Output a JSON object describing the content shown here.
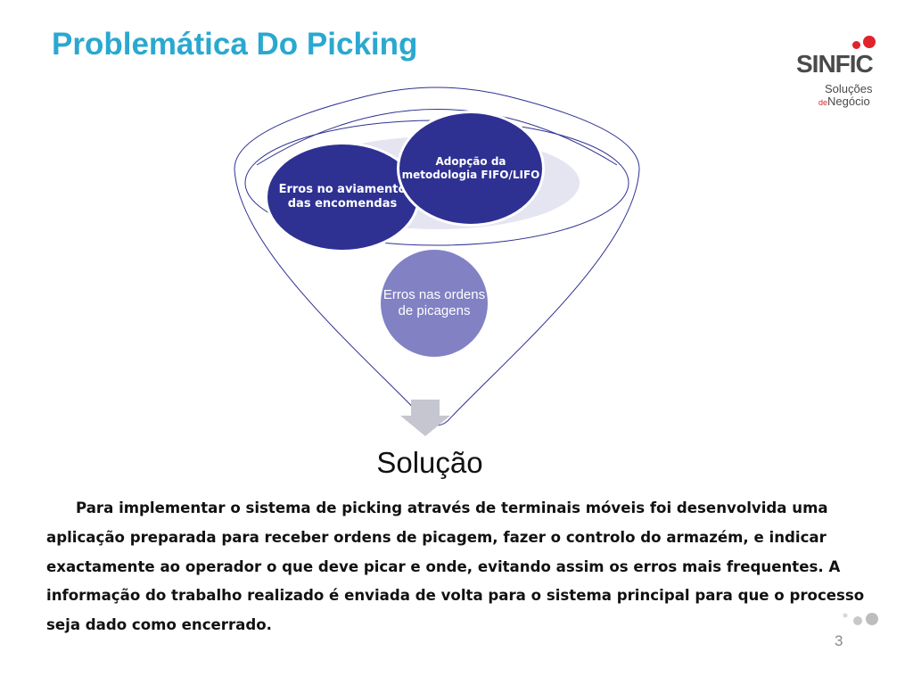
{
  "slide": {
    "title": "Problemática Do Picking",
    "page_number": "3"
  },
  "logo": {
    "word": "SINFIC",
    "line1": "Soluções",
    "line2_prefix": "de",
    "line2": "Negócio"
  },
  "diagram": {
    "circles": [
      "Erros no aviamento das encomendas",
      "Adopção da metodologia FIFO/LIFO",
      "Erros nas ordens de picagens"
    ],
    "result": "Solução"
  },
  "body": {
    "paragraph": "Para implementar o sistema de picking através de terminais móveis foi desenvolvida uma aplicação preparada para receber ordens de picagem, fazer o controlo do armazém, e indicar exactamente ao operador o que deve picar e onde, evitando assim os erros mais frequentes. A informação do trabalho realizado é enviada de volta para o sistema principal para que o processo seja dado como encerrado."
  },
  "colors": {
    "title": "#2aa8d0",
    "dark_circle": "#2e3192",
    "light_circle": "#8281c4",
    "funnel_stroke": "#2e3192",
    "logo_red": "#e0232a"
  }
}
